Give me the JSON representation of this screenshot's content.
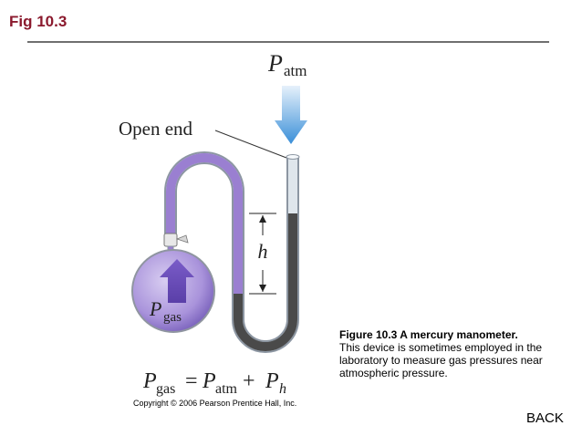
{
  "slide": {
    "title": "Fig 10.3"
  },
  "figure": {
    "p_atm_symbol": "P",
    "p_atm_subscript": "atm",
    "open_end_label": "Open end",
    "h_label": "h",
    "p_gas_symbol": "P",
    "p_gas_subscript": "gas",
    "equation": {
      "lhs_symbol": "P",
      "lhs_sub": "gas",
      "equals": "=",
      "term1_symbol": "P",
      "term1_sub": "atm",
      "plus": "+",
      "term2_symbol": "P",
      "term2_sub": "h"
    },
    "copyright": "Copyright © 2006 Pearson Prentice Hall, Inc."
  },
  "caption": {
    "heading": "Figure 10.3  A mercury manometer.",
    "body": "This device is sometimes employed in the laboratory to measure gas pressures near atmospheric pressure."
  },
  "nav": {
    "back_label": "BACK"
  },
  "colors": {
    "title": "#8b1a2e",
    "gas": "#9a7fd1",
    "mercury": "#4a4a4a",
    "arrow": "#3a8fd8"
  }
}
